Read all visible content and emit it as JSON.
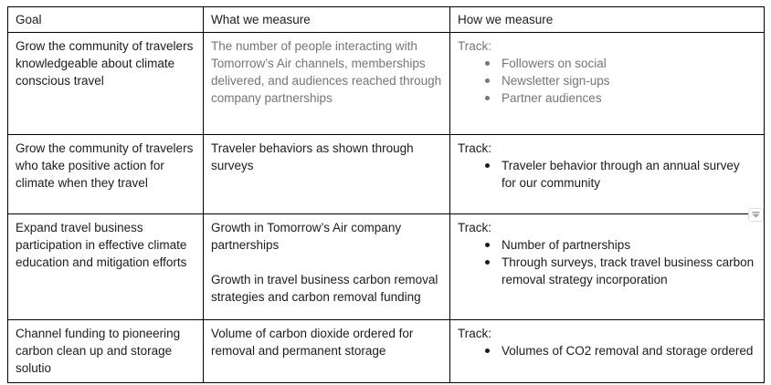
{
  "table": {
    "headers": [
      "Goal",
      "What we measure",
      "How we measure"
    ],
    "rows": [
      {
        "goal": "Grow the community of travelers knowledgeable about climate conscious travel",
        "measure": [
          "The number of people interacting with Tomorrow’s Air channels, memberships delivered, and audiences reached through company partnerships"
        ],
        "track_label": "Track:",
        "track_items": [
          "Followers on social",
          "Newsletter sign-ups",
          "Partner audiences"
        ]
      },
      {
        "goal": "Grow the community of travelers who take positive action for climate when they travel",
        "measure": [
          "Traveler behaviors as shown through surveys"
        ],
        "track_label": "Track:",
        "track_items": [
          "Traveler behavior through an annual survey for our community"
        ]
      },
      {
        "goal": "Expand travel business participation in effective climate education and mitigation efforts",
        "measure": [
          "Growth in Tomorrow’s Air company partnerships",
          "Growth in travel business carbon removal strategies and carbon removal funding"
        ],
        "track_label": "Track:",
        "track_items": [
          "Number of partnerships",
          "Through surveys, track travel business carbon removal strategy incorporation"
        ]
      },
      {
        "goal": "Channel funding to pioneering carbon clean up and storage solutio",
        "measure": [
          "Volume of carbon dioxide ordered for removal and permanent storage"
        ],
        "track_label": "Track:",
        "track_items": [
          "Volumes of CO2 removal and storage ordered"
        ]
      }
    ]
  },
  "icons": {
    "row_dropdown": "chevron-down"
  },
  "colors": {
    "border": "#000000",
    "text": "#1c1c1c",
    "muted_text": "#757575",
    "widget_border": "#dadce0",
    "widget_glyph": "#9aa0a6"
  }
}
